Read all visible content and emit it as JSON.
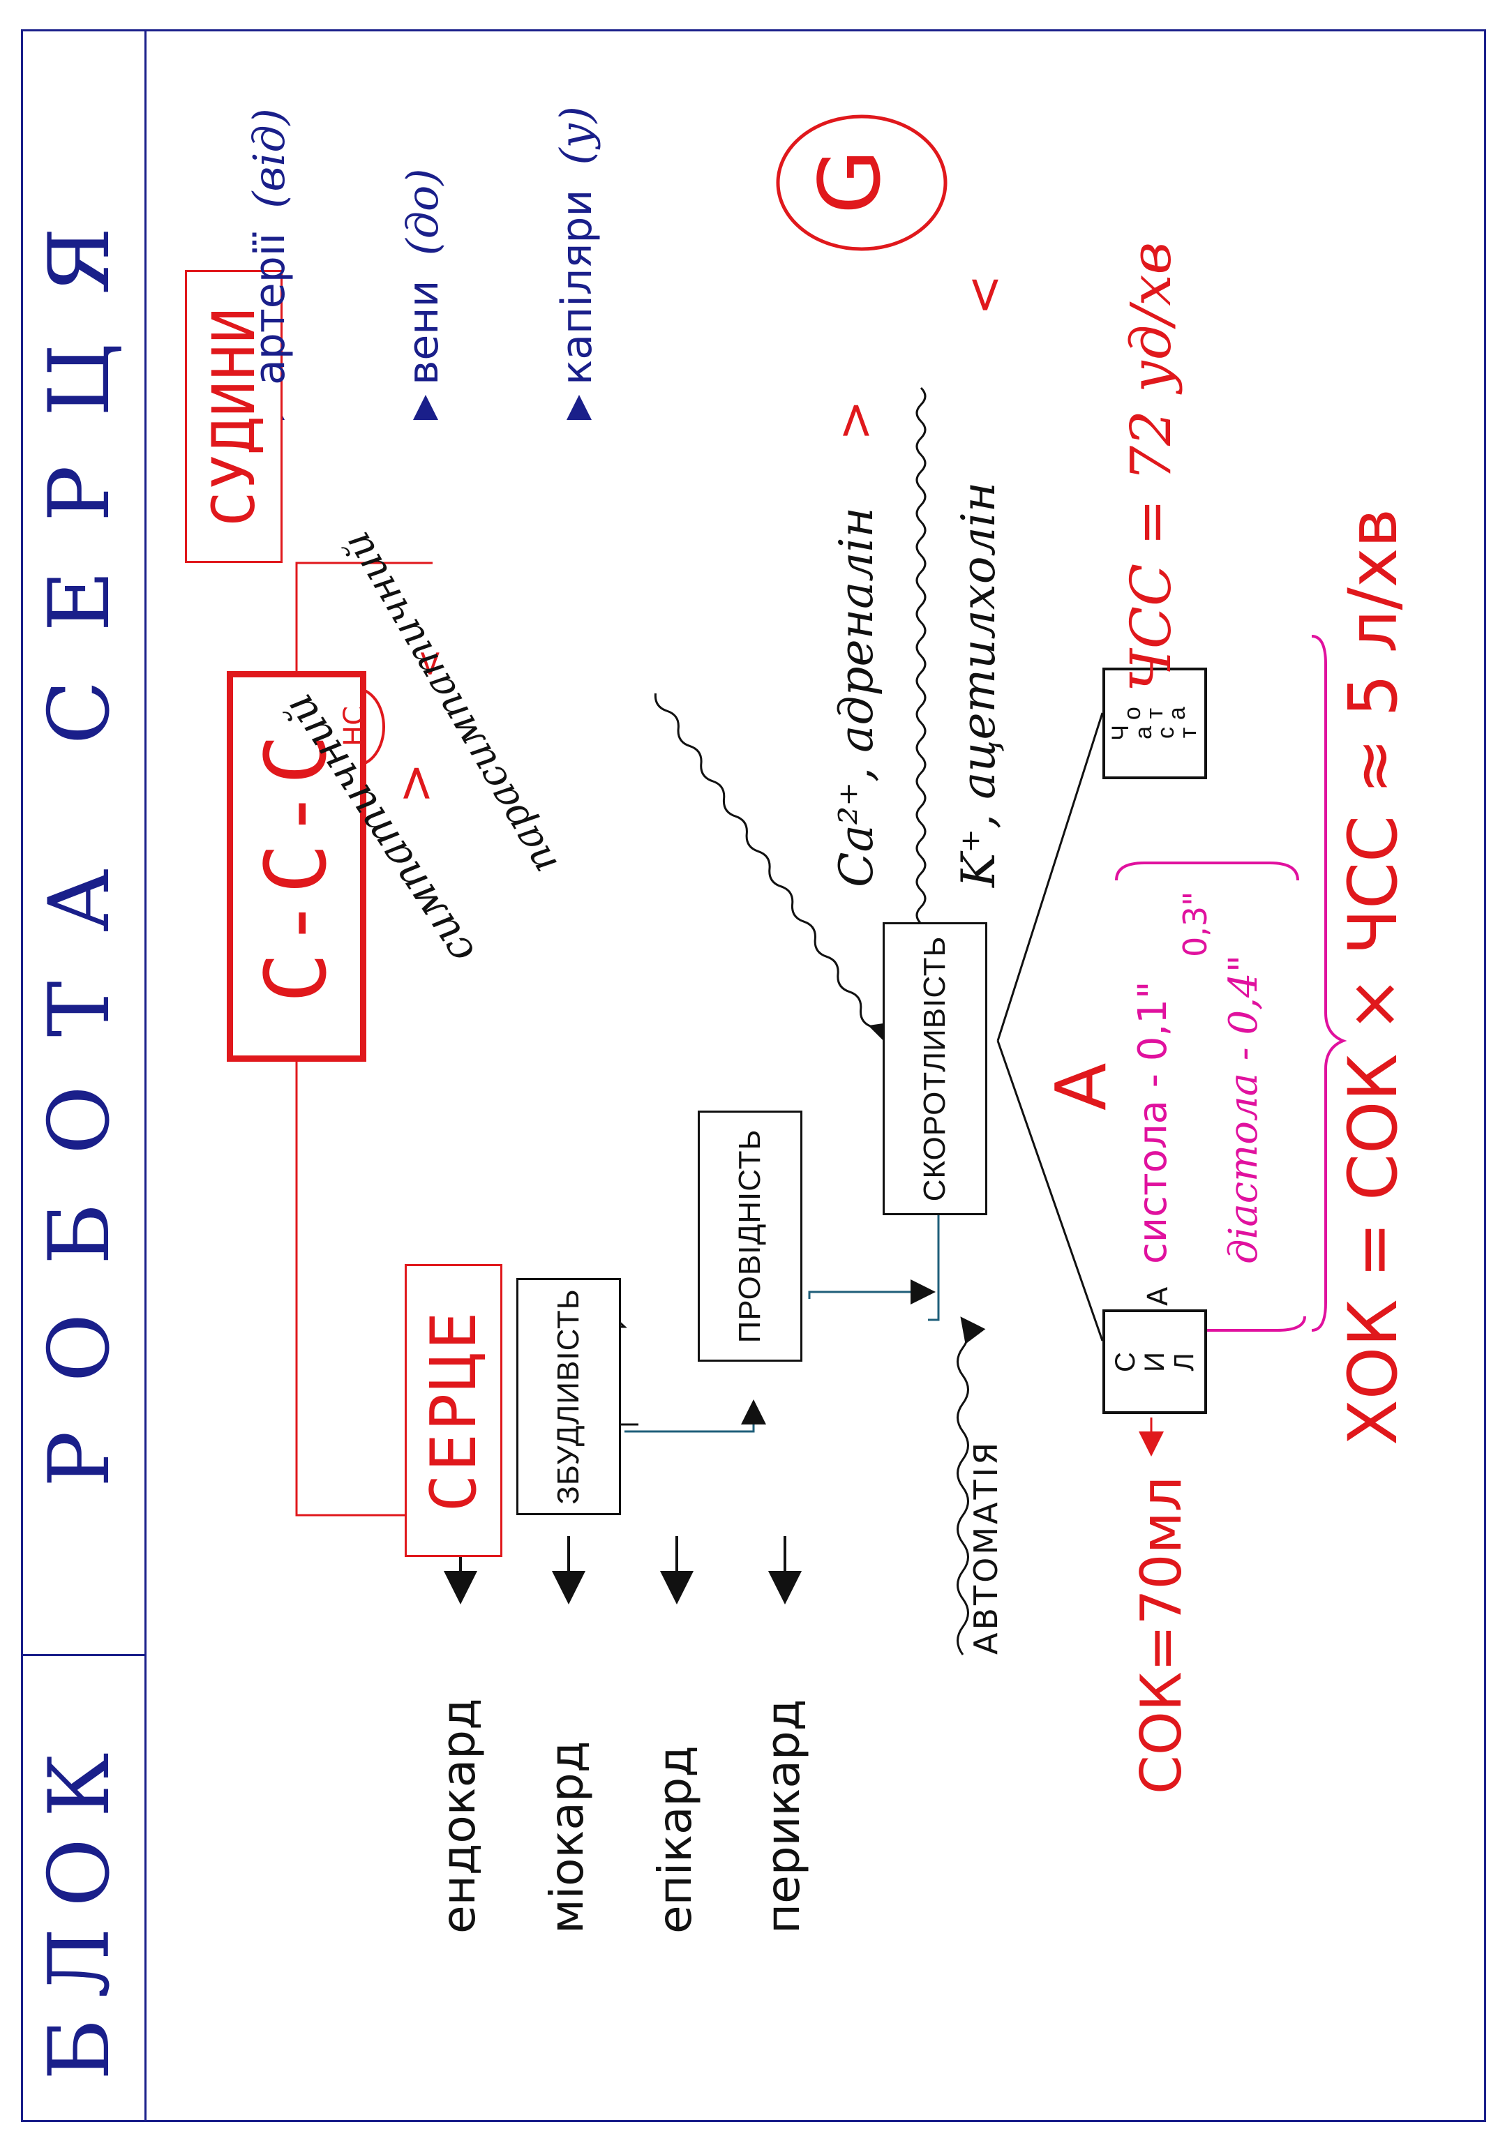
{
  "header": {
    "left": "БЛОК",
    "right": "РОБОТА СЕРЦЯ"
  },
  "center": {
    "ccc": "С-С-С"
  },
  "heart": {
    "label_letters": [
      "С",
      "Е",
      "Р",
      "Ц",
      "Е"
    ],
    "layers": [
      "ендокард",
      "міокард",
      "епікард",
      "перикард"
    ]
  },
  "vessels": {
    "label_letters": [
      "С",
      "У",
      "Д",
      "И",
      "Н",
      "И"
    ],
    "items": [
      {
        "name": "артерії",
        "note": "(від)"
      },
      {
        "name": "вени",
        "note": "(до)"
      },
      {
        "name": "капіляри",
        "note": "(у)"
      }
    ]
  },
  "properties": {
    "excitability": "ЗБУДЛИВІСТЬ",
    "conductivity": "ПРОВІДНІСТЬ",
    "contractility": "СКОРОТЛИВІСТЬ",
    "automatism": "АВТОМАТІЯ"
  },
  "regulation": {
    "ns": "НС",
    "sympathetic": "симпатичний",
    "parasympathetic": "парасимпатичний",
    "increase_sign": ">",
    "decrease_sign": "<",
    "ca": "Ca²⁺, адреналін",
    "k": "K⁺, ацетилхолін",
    "g_mark": "G"
  },
  "cycle": {
    "a_label": "А",
    "systole": "систола - 0,1\"",
    "systole_extra": "0,3\"",
    "diastole": "діастола - 0,4\"",
    "force_letters": [
      "С",
      "И",
      "Л",
      "А"
    ],
    "freq_letters": [
      "Ч",
      "а",
      "с",
      "т",
      "о",
      "т",
      "а"
    ]
  },
  "formulas": {
    "sok": "СОК=70мл",
    "hss": "ЧСС = 72 уд/хв",
    "hok": "ХОК = СОК × ЧСС ≈ 5 л/хв"
  },
  "colors": {
    "ink_blue": "#1a1f8a",
    "ink_red": "#e0181c",
    "ink_magenta": "#e0119e",
    "ink_black": "#111111"
  }
}
